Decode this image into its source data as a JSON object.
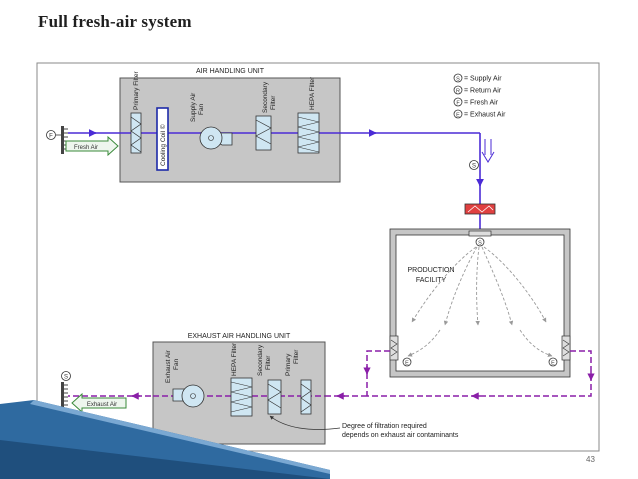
{
  "slide": {
    "title": "Full fresh-air system",
    "page_number": "43"
  },
  "ahu": {
    "title": "AIR HANDLING UNIT",
    "primary_filter": "Primary Filter",
    "cooling_coil": "Cooling Coil ©",
    "supply_fan_1": "Supply Air",
    "supply_fan_2": "Fan",
    "secondary_filter_1": "Secondary",
    "secondary_filter_2": "Filter",
    "hepa_filter": "HEPA Filter"
  },
  "legend": {
    "supply": "= Supply Air",
    "return": "= Return Air",
    "fresh": "= Fresh Air",
    "exhaust": "= Exhaust Air"
  },
  "symbols": {
    "s": "S",
    "r": "R",
    "f": "F",
    "e": "E"
  },
  "fresh_air_label": "Fresh Air",
  "production": {
    "line1": "PRODUCTION",
    "line2": "FACILITY"
  },
  "eahu": {
    "title": "EXHAUST AIR HANDLING UNIT",
    "exhaust_fan_1": "Exhaust Air",
    "exhaust_fan_2": "Fan",
    "hepa_filter": "HEPA Filter",
    "secondary_filter_1": "Secondary",
    "secondary_filter_2": "Filter",
    "primary_filter_1": "Primary",
    "primary_filter_2": "Filter"
  },
  "exhaust_air_label": "Exhaust Air",
  "note": {
    "line1": "Degree of filtration required",
    "line2": "depends on exhaust air contaminants"
  },
  "colors": {
    "supply": "#4b2bd6",
    "exhaust": "#8a1fa8",
    "slide_accent": "#2f6aa0"
  }
}
